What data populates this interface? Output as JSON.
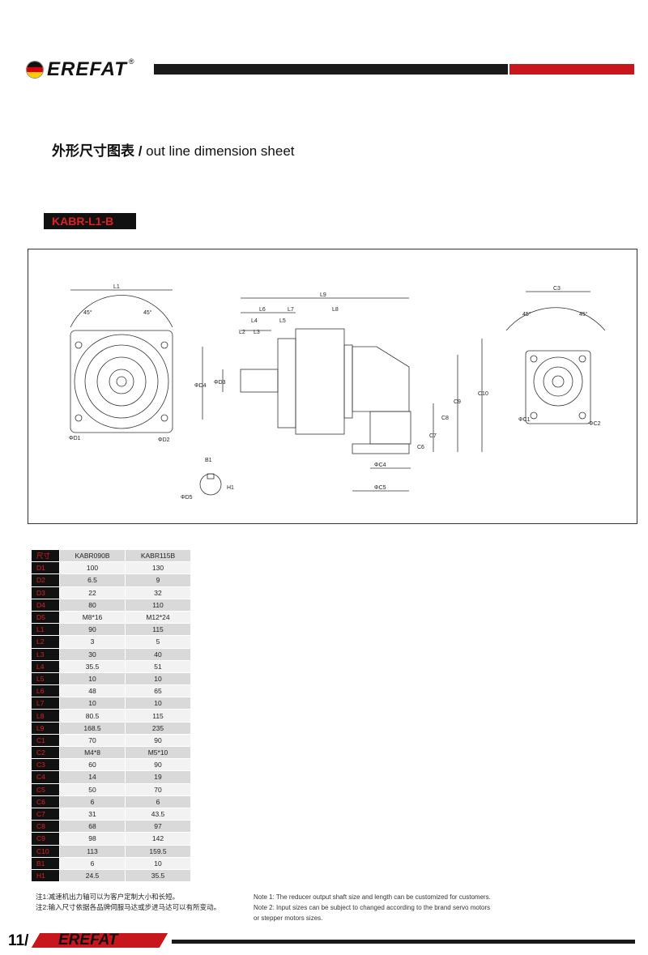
{
  "header": {
    "brand": "EREFAT",
    "registered": "®"
  },
  "title": {
    "cn": "外形尺寸图表",
    "sep": " / ",
    "en": "out line dimension sheet"
  },
  "model": "KABR-L1-B",
  "drawing": {
    "labels": [
      "L1",
      "L9",
      "L6",
      "L7",
      "L8",
      "L4",
      "L5",
      "L2",
      "L3",
      "ΦD4",
      "ΦD3",
      "ΦD1",
      "ΦD2",
      "45°",
      "45°",
      "C3",
      "45°",
      "45°",
      "ΦC1",
      "ΦC2",
      "C10",
      "C9",
      "C8",
      "C7",
      "C6",
      "ΦC4",
      "ΦC5",
      "B1",
      "H1",
      "ΦD5"
    ]
  },
  "table": {
    "headers": [
      "尺寸",
      "KABR090B",
      "KABR115B"
    ],
    "rows": [
      [
        "D1",
        "100",
        "130"
      ],
      [
        "D2",
        "6.5",
        "9"
      ],
      [
        "D3",
        "22",
        "32"
      ],
      [
        "D4",
        "80",
        "110"
      ],
      [
        "D5",
        "M8*16",
        "M12*24"
      ],
      [
        "L1",
        "90",
        "115"
      ],
      [
        "L2",
        "3",
        "5"
      ],
      [
        "L3",
        "30",
        "40"
      ],
      [
        "L4",
        "35.5",
        "51"
      ],
      [
        "L5",
        "10",
        "10"
      ],
      [
        "L6",
        "48",
        "65"
      ],
      [
        "L7",
        "10",
        "10"
      ],
      [
        "L8",
        "80.5",
        "115"
      ],
      [
        "L9",
        "168.5",
        "235"
      ],
      [
        "C1",
        "70",
        "90"
      ],
      [
        "C2",
        "M4*8",
        "M5*10"
      ],
      [
        "C3",
        "60",
        "90"
      ],
      [
        "C4",
        "14",
        "19"
      ],
      [
        "C5",
        "50",
        "70"
      ],
      [
        "C6",
        "6",
        "6"
      ],
      [
        "C7",
        "31",
        "43.5"
      ],
      [
        "C8",
        "68",
        "97"
      ],
      [
        "C9",
        "98",
        "142"
      ],
      [
        "C10",
        "113",
        "159.5"
      ],
      [
        "B1",
        "6",
        "10"
      ],
      [
        "H1",
        "24.5",
        "35.5"
      ]
    ]
  },
  "notes": {
    "cn": [
      "注1:减速机出力轴可以为客户定制大小和长短。",
      "注2:输入尺寸依据各品牌伺服马达或步进马达可以有所变动。"
    ],
    "en": [
      "Note 1: The reducer output shaft size and length can be customized for customers.",
      "Note 2: Input sizes can be subject to changed according to the brand servo motors",
      "or stepper motors sizes."
    ]
  },
  "footer": {
    "page": "11/",
    "brand": "EREFAT"
  }
}
